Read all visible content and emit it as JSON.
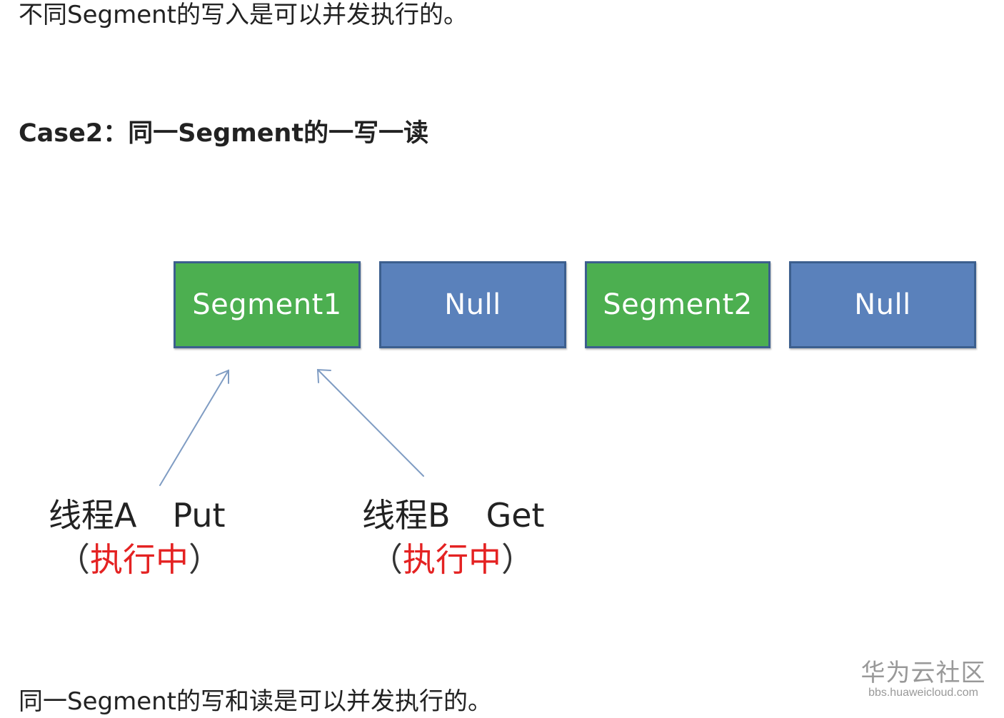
{
  "article": {
    "intro_text": "不同Segment的写入是可以并发执行的。",
    "case_heading": "Case2：同一Segment的一写一读",
    "conclusion_text": "同一Segment的写和读是可以并发执行的。"
  },
  "diagram": {
    "colors": {
      "segment": "#4caf50",
      "null": "#5a81bb",
      "border": "#3c5f8e",
      "arrow": "#7f9cc3",
      "status": "#e42222"
    },
    "slots": [
      {
        "label": "Segment1",
        "kind": "segment"
      },
      {
        "label": "Null",
        "kind": "null"
      },
      {
        "label": "Segment2",
        "kind": "segment"
      },
      {
        "label": "Null",
        "kind": "null"
      }
    ],
    "threads": [
      {
        "name": "线程A",
        "operation": "Put",
        "paren_open": "（",
        "status": "执行中",
        "paren_close": "）",
        "target": "Segment1"
      },
      {
        "name": "线程B",
        "operation": "Get",
        "paren_open": "（",
        "status": "执行中",
        "paren_close": "）",
        "target": "Segment1"
      }
    ]
  },
  "watermark": {
    "brand": "华为云社区",
    "url": "bbs.huaweicloud.com"
  }
}
